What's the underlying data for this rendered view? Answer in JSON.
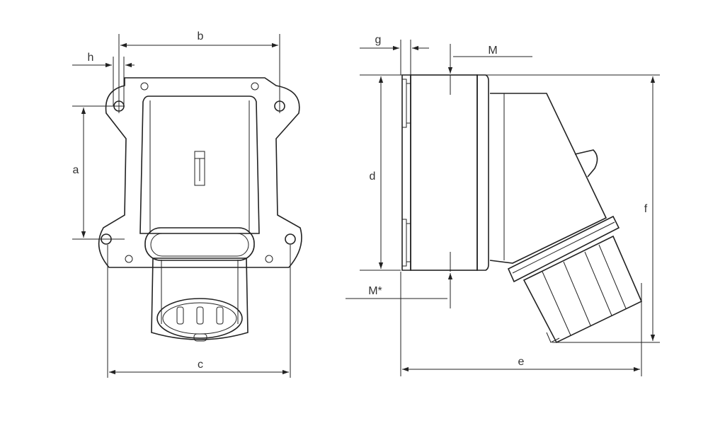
{
  "labels": {
    "a": "a",
    "b": "b",
    "c": "c",
    "d": "d",
    "e": "e",
    "f": "f",
    "g": "g",
    "h": "h",
    "m": "M",
    "m_star": "M*"
  }
}
